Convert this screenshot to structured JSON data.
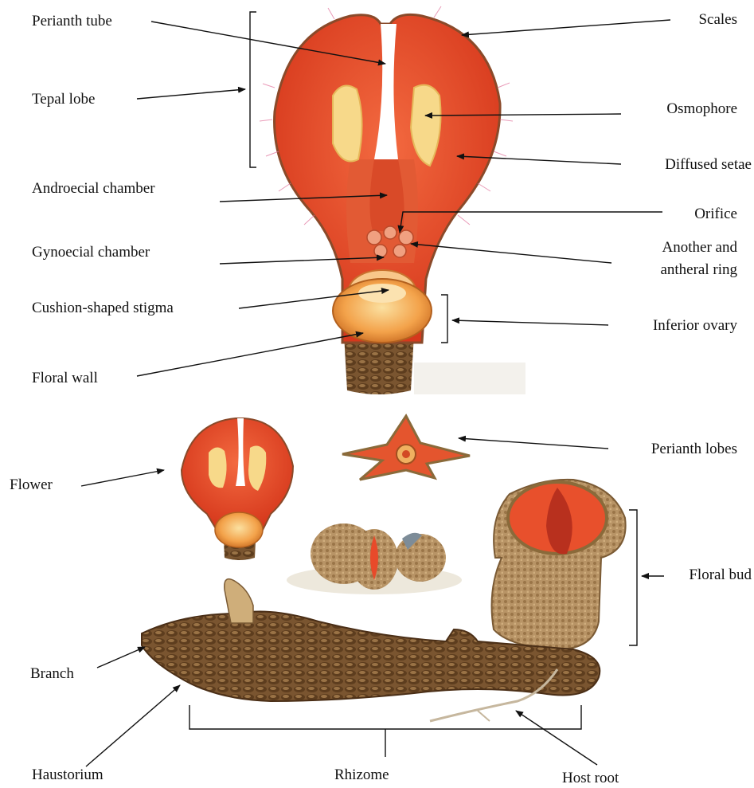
{
  "labels": {
    "perianth_tube": "Perianth tube",
    "tepal_lobe": "Tepal lobe",
    "androecial_chamber": "Androecial chamber",
    "gynoecial_chamber": "Gynoecial chamber",
    "cushion_stigma": "Cushion-shaped stigma",
    "floral_wall": "Floral wall",
    "scales": "Scales",
    "osmophore": "Osmophore",
    "diffused_setae": "Diffused setae",
    "orifice": "Orifice",
    "anther_line1": "Another and",
    "anther_line2": "antheral ring",
    "inferior_ovary": "Inferior ovary",
    "flower": "Flower",
    "perianth_lobes": "Perianth lobes",
    "floral_bud": "Floral bud",
    "branch": "Branch",
    "haustorium": "Haustorium",
    "rhizome": "Rhizome",
    "host_root": "Host root"
  },
  "colors": {
    "tepal_red": "#e84a2a",
    "tepal_dark": "#c83018",
    "osmophore": "#f7d98a",
    "ovary_orange": "#f3a24a",
    "rhizome_brown": "#6b4a2a",
    "bud_tan": "#b08a5a"
  }
}
